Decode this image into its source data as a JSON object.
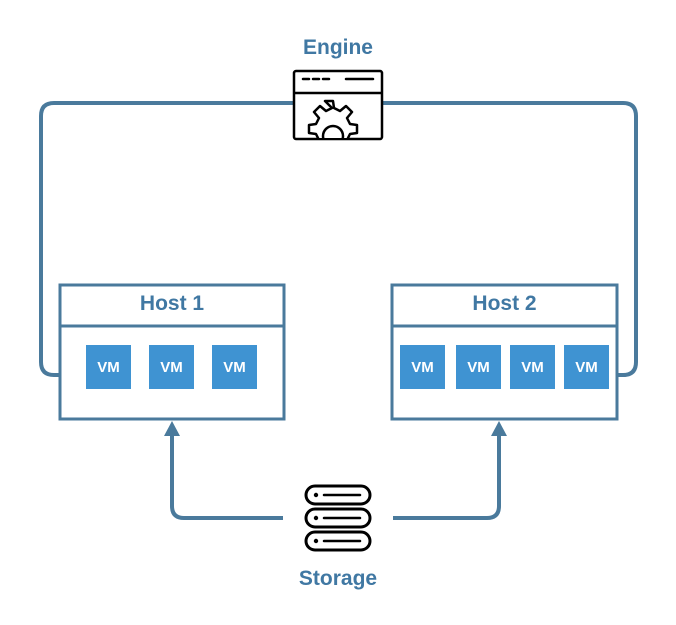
{
  "engine": {
    "label": "Engine",
    "icon": "server-settings-icon"
  },
  "hosts": [
    {
      "label": "Host 1",
      "vms": [
        "VM",
        "VM",
        "VM"
      ]
    },
    {
      "label": "Host 2",
      "vms": [
        "VM",
        "VM",
        "VM",
        "VM"
      ]
    }
  ],
  "storage": {
    "label": "Storage",
    "icon": "server-rack-icon"
  },
  "colors": {
    "line": "#4a7a9c",
    "label": "#4078a3",
    "vm_fill": "#3f93d2",
    "icon_stroke": "#000000"
  }
}
